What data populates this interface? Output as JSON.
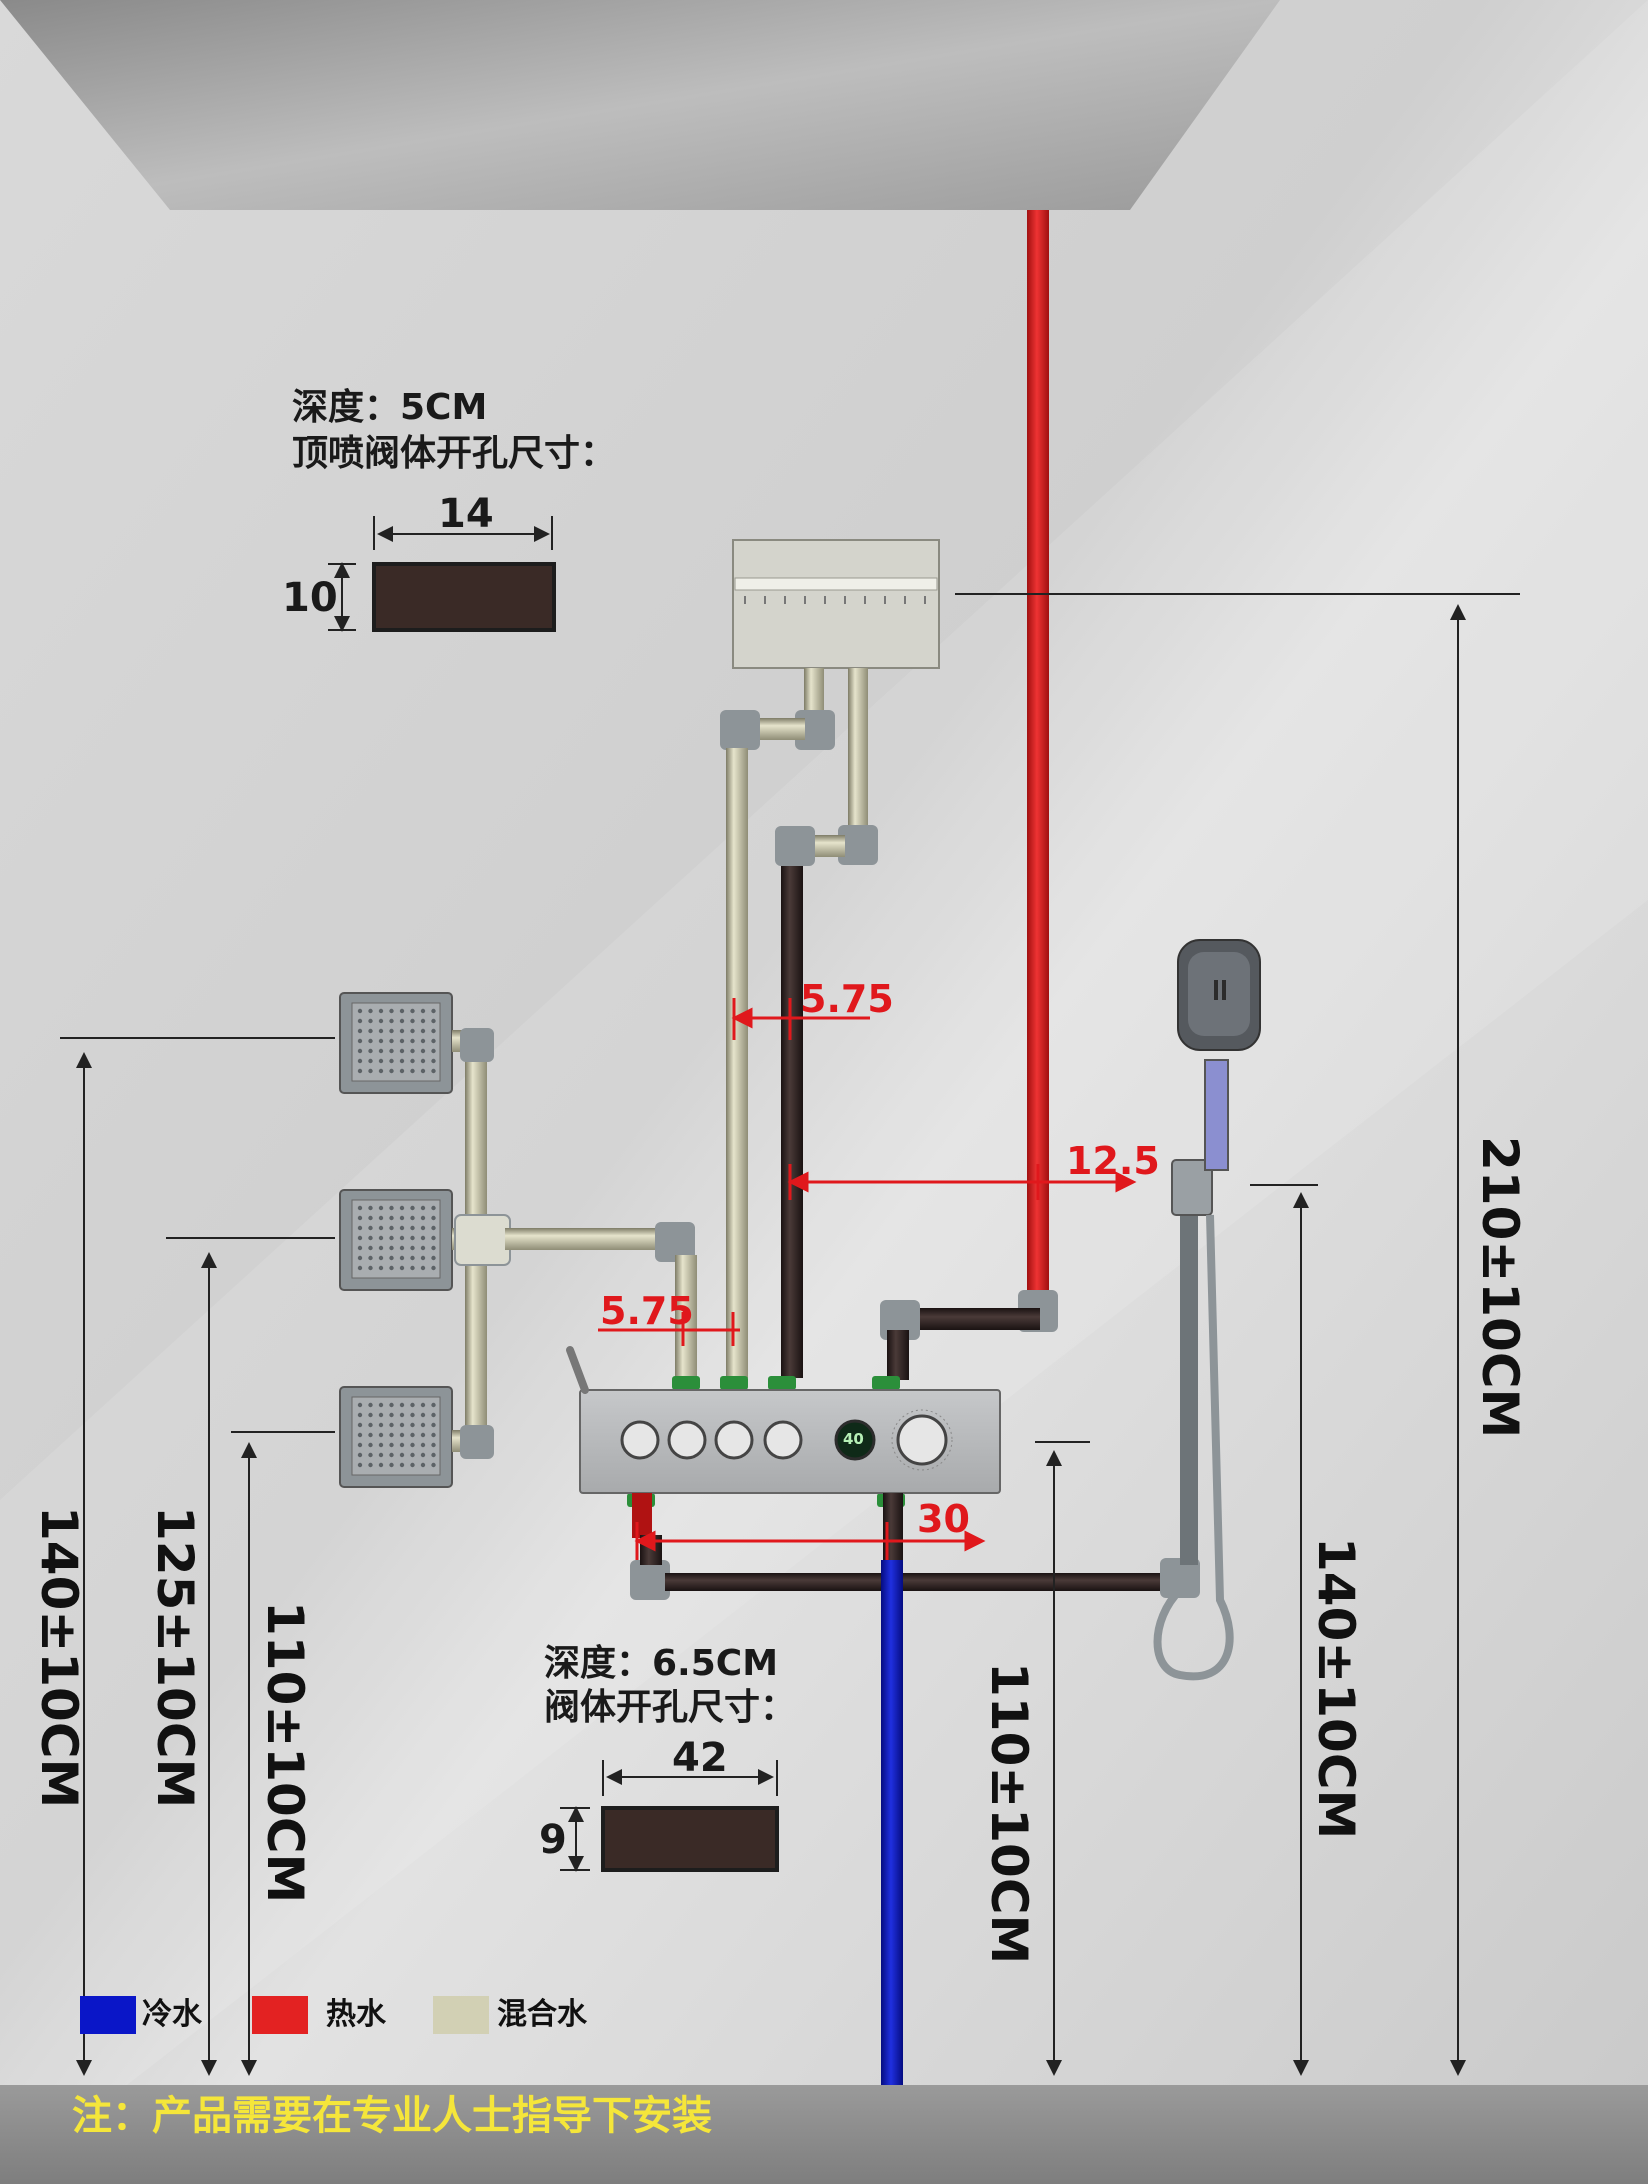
{
  "colors": {
    "cold_water": "#0a16c8",
    "hot_water": "#e32222",
    "mixed_water": "#d2d0b4",
    "pipe_dark": "#2a2020",
    "fitting": "#8d9498",
    "footer_bg": "#8c8c8c",
    "footer_text": "#f5e63a"
  },
  "top_valve_hole": {
    "depth_label": "深度：5CM",
    "title_label": "顶喷阀体开孔尺寸：",
    "width_label": "14",
    "height_label": "10"
  },
  "main_valve_hole": {
    "depth_label": "深度：6.5CM",
    "title_label": "阀体开孔尺寸：",
    "width_label": "42",
    "height_label": "9"
  },
  "red_dimensions": {
    "spacing_upper": "5.75",
    "spacing_lower": "5.75",
    "offset_hot": "12.5",
    "offset_bottom": "30"
  },
  "heights": {
    "left_1": "140±10CM",
    "left_2": "125±10CM",
    "left_3": "110±10CM",
    "center": "110±10CM",
    "handheld": "140±10CM",
    "overhead": "210±10CM"
  },
  "control_panel": {
    "display_value": "40"
  },
  "legend": [
    {
      "label": "冷水",
      "color_key": "cold_water"
    },
    {
      "label": "热水",
      "color_key": "hot_water"
    },
    {
      "label": "混合水",
      "color_key": "mixed_water"
    }
  ],
  "footer": {
    "note": "注：产品需要在专业人士指导下安装"
  }
}
